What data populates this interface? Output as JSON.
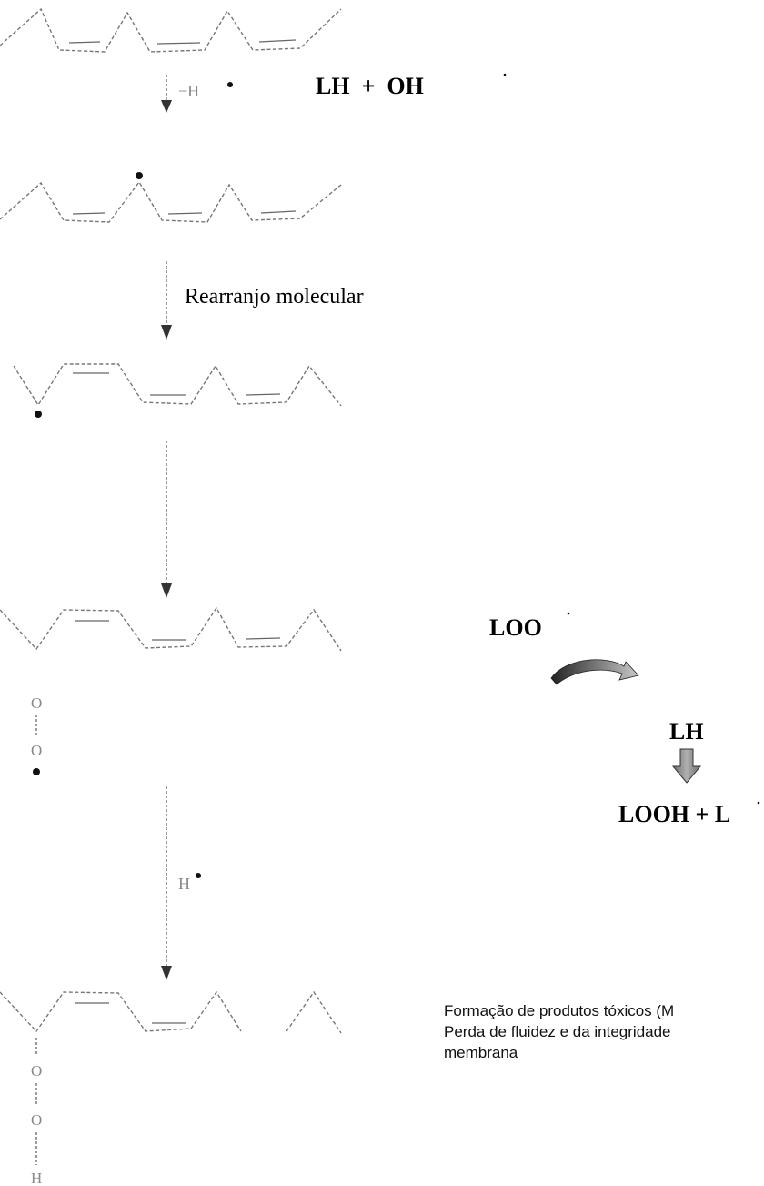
{
  "labels": {
    "step1_reagent": "−H",
    "step1_equation": "LH  +  OH",
    "step2_label": "Rearranjo molecular",
    "loo": "LOO",
    "lh": "LH",
    "looh": "LOOH + L",
    "step4_reagent": "H",
    "o_top_1": "O",
    "o_bottom_1": "O",
    "o_top_2": "O",
    "o_bottom_2": "O",
    "h_end": "H",
    "result_line1": "Formação de produtos tóxicos (M",
    "result_line2": "Perda de fluidez e da integridade",
    "result_line3": "membrana"
  },
  "icons": {
    "curved_arrow": "curved-arrow-icon",
    "down_block_arrow": "block-arrow-down-icon"
  },
  "colors": {
    "curved_arrow_start": "#222222",
    "curved_arrow_end": "#bfbfbf",
    "block_arrow": "#8a8a8a"
  }
}
